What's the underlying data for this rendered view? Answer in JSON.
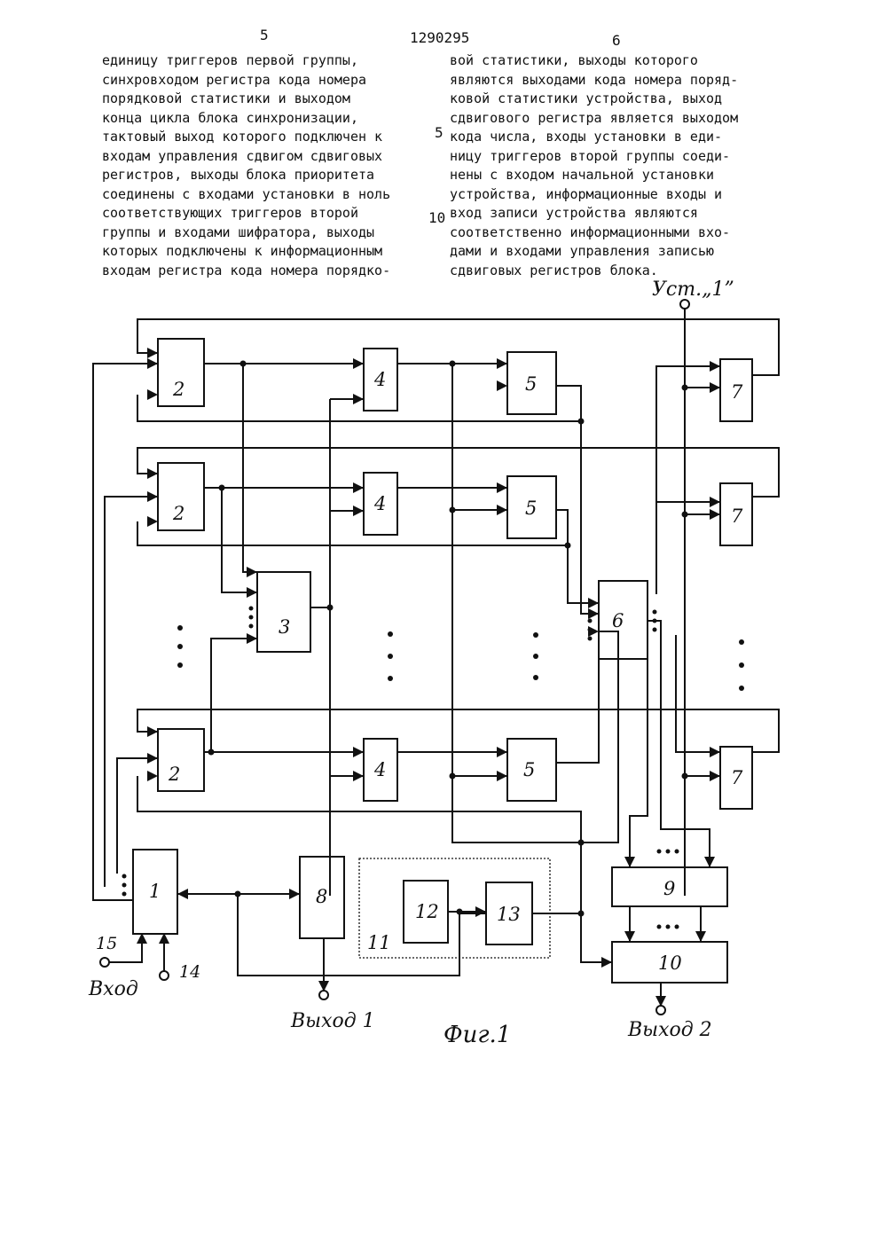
{
  "header": {
    "page_left": "5",
    "patent_number": "1290295",
    "page_right": "6"
  },
  "left_column": [
    "единицу триггеров первой группы,",
    "синхровходом регистра кода номера",
    "порядковой статистики и выходом",
    "конца цикла блока синхронизации,",
    "тактовый выход которого подключен к",
    "входам управления сдвигом сдвиговых",
    "регистров, выходы блока приоритета",
    "соединены с входами установки в ноль",
    "соответствующих триггеров второй",
    "группы и входами шифратора, выходы",
    "которых подключены к информационным",
    "входам регистра кода номера порядко-"
  ],
  "right_column": [
    "вой статистики, выходы которого",
    "являются выходами кода номера поряд-",
    "ковой статистики устройства, выход",
    "сдвигового регистра является выходом",
    "кода числа, входы установки в еди-",
    "ницу триггеров второй группы соеди-",
    "нены с входом начальной установки",
    "устройства, информационные входы и",
    "вход записи устройства являются",
    "соответственно информационными вхо-",
    "дами и входами управления записью",
    "сдвиговых регистров блока."
  ],
  "line_numbers": [
    "5",
    "10"
  ],
  "figure": {
    "caption": "Фиг.1",
    "labels": {
      "set_one": "Уст.„1”",
      "input": "Вход",
      "output1": "Выход 1",
      "output2": "Выход 2",
      "pin15": "15",
      "pin14": "14"
    },
    "blocks": {
      "b1": "1",
      "b2": "2",
      "b3": "3",
      "b4": "4",
      "b5": "5",
      "b6": "6",
      "b7": "7",
      "b8": "8",
      "b9": "9",
      "b10": "10",
      "b11": "11",
      "b12": "12",
      "b13": "13"
    }
  }
}
